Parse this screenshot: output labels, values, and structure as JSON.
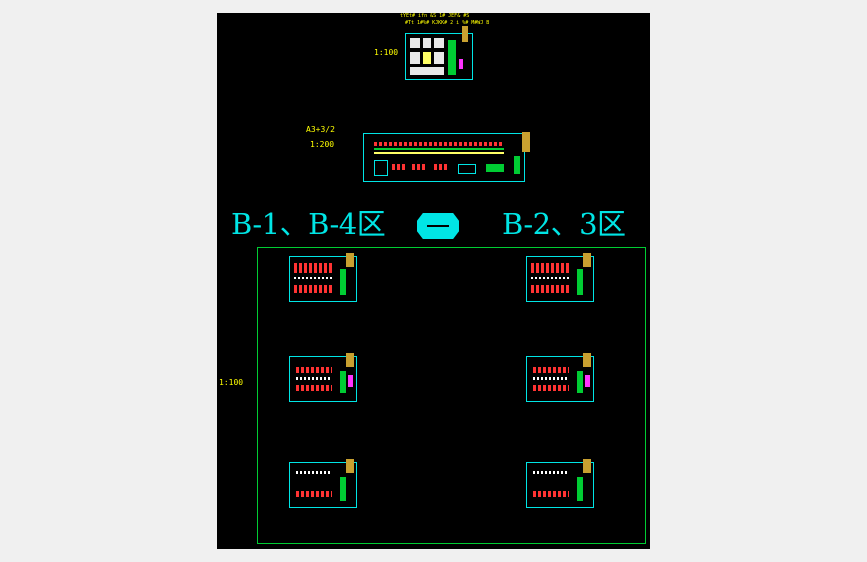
{
  "drawing": {
    "top_sheet_header_line1": "tYEt# ifn &S 1# JEF& #S",
    "top_sheet_header_line2": "#Tt 1#%# KJKK# 2 i %# M#WJ B",
    "scale_top": "1:100",
    "paper_size": "A3+3/2",
    "scale_middle": "1:200",
    "zone_left_label": "B-1、B-4区",
    "zone_right_label": "B-2、3区",
    "scale_bottom": "1:100"
  },
  "colors": {
    "background": "#000000",
    "outer_gray": "#f0f0f0",
    "cyan": "#00e5e5",
    "yellow": "#ffff00",
    "green": "#00cc33",
    "magenta": "#ff33ff",
    "red": "#ff3333",
    "tan": "#c8a030"
  }
}
